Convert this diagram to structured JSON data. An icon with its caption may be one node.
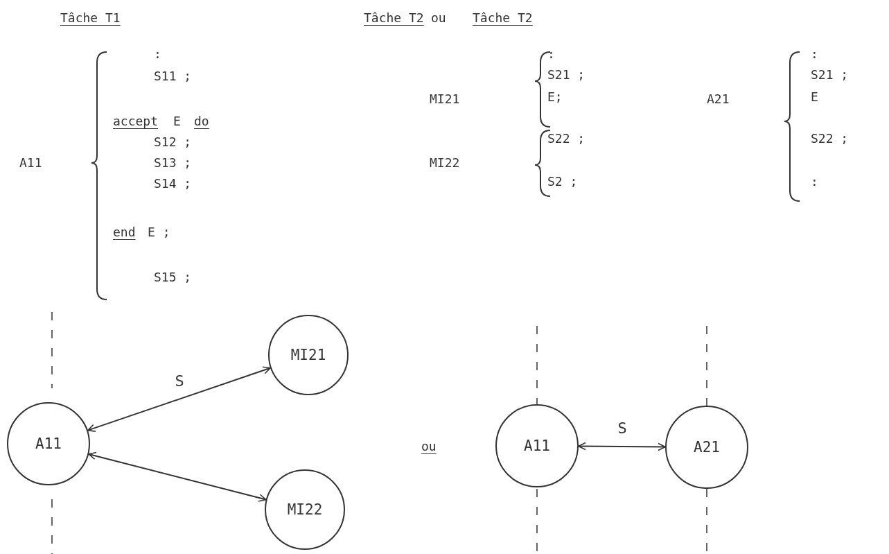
{
  "diagram": {
    "nodes": [
      {
        "text": [
          "A11"
        ]
      },
      {
        "text": [
          "MI21"
        ]
      },
      {
        "text": [
          "MI22"
        ]
      },
      {
        "text": [
          "A11"
        ]
      },
      {
        "text": [
          "A21"
        ]
      }
    ],
    "edges": [
      {
        "from": 0,
        "to": 1,
        "arrow": "both",
        "label": "S"
      },
      {
        "from": 0,
        "to": 2,
        "arrow": "both"
      },
      {
        "from": 3,
        "to": 4,
        "arrow": "both",
        "label": "S"
      }
    ],
    "labels": [
      "Tâche T1",
      "Tâche T2",
      "ou",
      "Tâche T2",
      "A11",
      ":",
      "S11 ;",
      "accept",
      "E",
      "do",
      "S12 ;",
      "S13 ;",
      "S14 ;",
      "end",
      "E ;",
      "S15 ;",
      "MI21",
      ":",
      "S21 ;",
      "E;",
      "MI22",
      "S22 ;",
      "S2 ;",
      "A21",
      ":",
      "S21 ;",
      "E",
      "S22 ;",
      ":",
      "ou"
    ]
  }
}
